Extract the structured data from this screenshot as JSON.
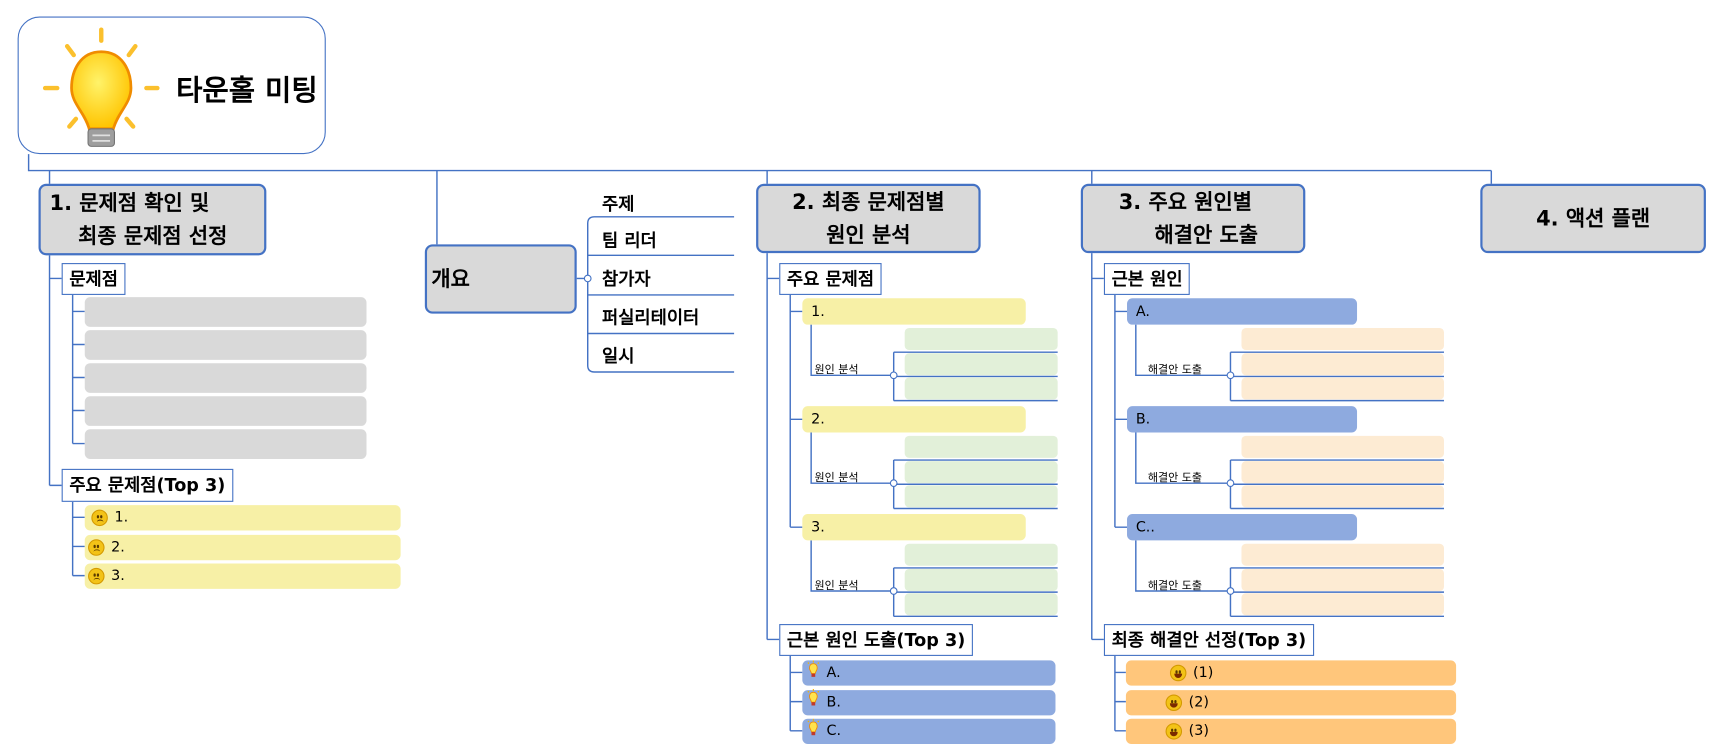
{
  "root": {
    "title": "타운홀 미팅",
    "icon": "lightbulb-icon"
  },
  "sections": {
    "s1": {
      "line1": "1. 문제점 확인 및",
      "line2": "최종 문제점 선정"
    },
    "overview": {
      "title": "개요",
      "items": [
        "주제",
        "팀 리더",
        "참가자",
        "퍼실리테이터",
        "일시"
      ]
    },
    "s2": {
      "line1": "2. 최종 문제점별",
      "line2": "원인 분석"
    },
    "s3": {
      "line1": "3. 주요 원인별",
      "line2": "해결안 도출"
    },
    "s4": {
      "line1": "4. 액션 플랜"
    }
  },
  "s1_tree": {
    "problems_label": "문제점",
    "problems": [
      "",
      "",
      "",
      "",
      ""
    ],
    "top_label": "주요 문제점(Top 3)",
    "top": [
      "1.",
      "2.",
      "3."
    ],
    "top_icon": "sad-face-icon"
  },
  "s2_tree": {
    "label": "주요 문제점",
    "items": [
      "1.",
      "2.",
      "3."
    ],
    "sub_label": "원인 분석",
    "root_label": "근본 원인 도출(Top 3)",
    "root_items": [
      "A.",
      "B.",
      "C."
    ],
    "root_icon": "lightbulb-icon"
  },
  "s3_tree": {
    "label": "근본 원인",
    "items": [
      "A.",
      "B.",
      "C.."
    ],
    "sub_label": "해결안 도출",
    "final_label": "최종 해결안 선정(Top 3)",
    "final_items": [
      "(1)",
      "(2)",
      "(3)"
    ],
    "final_icon": "smiley-face-icon"
  },
  "colors": {
    "border": "#4472c4",
    "gray": "#d9d9d9",
    "yellow": "#f7f0a6",
    "green": "#e2f0d9",
    "peach": "#fdebd3",
    "blue": "#8eaadf",
    "orange": "#ffc67b"
  }
}
